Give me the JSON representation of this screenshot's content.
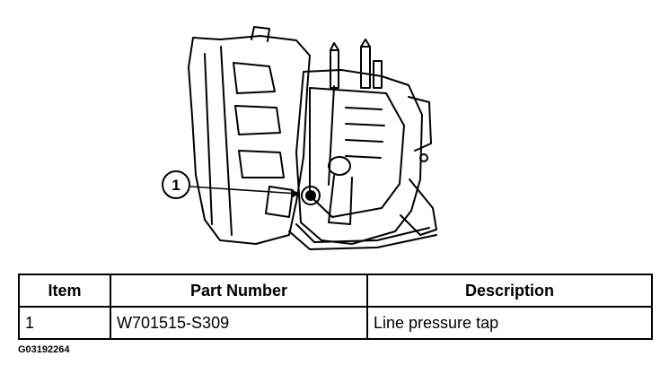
{
  "callout": {
    "number": "1"
  },
  "table": {
    "headers": [
      "Item",
      "Part Number",
      "Description"
    ],
    "rows": [
      [
        "1",
        "W701515-S309",
        "Line pressure tap"
      ]
    ]
  },
  "figure_id": "G03192264"
}
